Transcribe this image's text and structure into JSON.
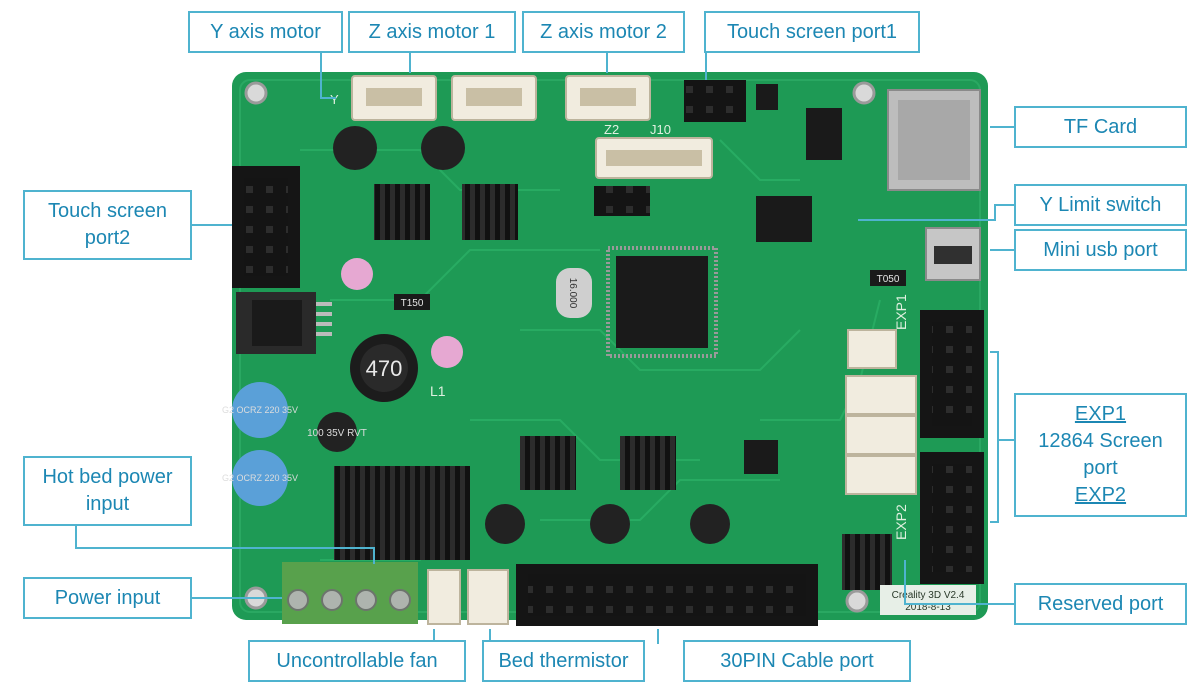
{
  "labels": {
    "y_axis_motor": "Y axis motor",
    "z_axis_motor_1": "Z axis motor 1",
    "z_axis_motor_2": "Z axis motor 2",
    "touch_screen_port1": "Touch screen port1",
    "tf_card": "TF Card",
    "touch_screen_port2": "Touch screen port2",
    "y_limit_switch": "Y Limit switch",
    "mini_usb_port": "Mini usb port",
    "exp1": "EXP1",
    "screen_port_line1": "12864 Screen",
    "screen_port_line2": "port",
    "exp2": "EXP2",
    "hot_bed_power_input": "Hot bed power input",
    "power_input": "Power input",
    "reserved_port": "Reserved port",
    "uncontrollable_fan": "Uncontrollable fan",
    "bed_thermistor": "Bed thermistor",
    "pin30_cable_port": "30PIN Cable port"
  },
  "board_silkscreen": {
    "model": "Creality 3D V2.4",
    "date": "2018-8-13",
    "cap_470": "470",
    "cap_large_1": "G2 OCRZ 220 35V",
    "cap_large_2": "G2 OCRZ 220 35V",
    "cap_small": "100 35V RVT",
    "crystal": "16.000",
    "t150": "T150",
    "t050": "T050",
    "exp1_mark": "EXP1",
    "exp2_mark": "EXP2",
    "j10": "J10",
    "z2": "Z2",
    "l1": "L1",
    "y_mark": "Y"
  },
  "colors": {
    "label_border": "#4fb3cf",
    "label_text": "#1c87b3",
    "pcb": "#1e9a55",
    "pcb_dark": "#15773f",
    "heatsink": "#1b1b1b",
    "connector_white": "#f1ecdf",
    "terminal_green": "#58a14c"
  }
}
